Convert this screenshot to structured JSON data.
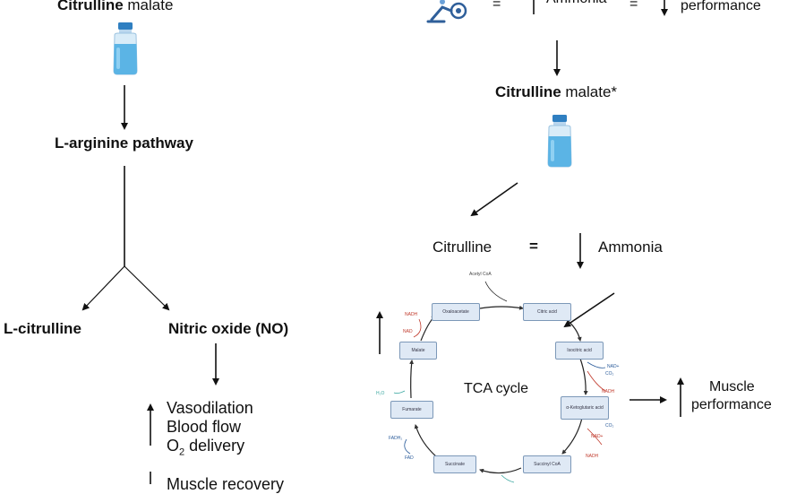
{
  "left": {
    "title_bold": "Citrulline",
    "title_rest": " malate",
    "pathway": "L-arginine pathway",
    "branch_left": "L-citrulline",
    "branch_right": "Nitric oxide (NO)",
    "effects": [
      "Vasodilation",
      "Blood flow"
    ],
    "o2_main": "O",
    "o2_sub": "2",
    "o2_rest": " delivery",
    "bottom_partial": "Muscle recovery"
  },
  "right": {
    "top_eq1": "=",
    "top_ammonia": "Ammonia",
    "top_eq2": "=",
    "top_performance": "performance",
    "title_bold": "Citrulline",
    "title_rest": " malate*",
    "citrulline": "Citrulline",
    "equals": "=",
    "ammonia": "Ammonia",
    "tca_label": "TCA cycle",
    "muscle_line1": "Muscle",
    "muscle_line2": "performance"
  },
  "tca": {
    "acetyl": "Acetyl CoA",
    "boxes": {
      "oxaloacetate": "Oxaloacetate",
      "citrate": "Citric acid",
      "isocitrate": "Isocitric acid",
      "alpha_kg": "α-Ketoglutaric acid",
      "succinyl": "Succinyl CoA",
      "succinate": "Succinate",
      "fumarate": "Fumarate",
      "malate": "Malate"
    },
    "cofactors": {
      "nadh_top": "NADH",
      "nad_top": "NAD",
      "nad_iso": "NAD+",
      "co2_iso": "CO₂",
      "nadh_iso": "NADH",
      "co2_akg": "CO₂",
      "nad_akg": "NAD+",
      "nadh_akg": "NADH",
      "h2o": "H₂O",
      "fadh2": "FADH₂",
      "fad": "FAD"
    }
  },
  "colors": {
    "vial_liquid": "#5bb4e5",
    "vial_cap": "#2f7fc1",
    "box_fill": "#dfe9f5",
    "box_border": "#7c98b8",
    "red": "#c0392b",
    "blue": "#2a5b9a",
    "teal": "#3aa7a0"
  }
}
